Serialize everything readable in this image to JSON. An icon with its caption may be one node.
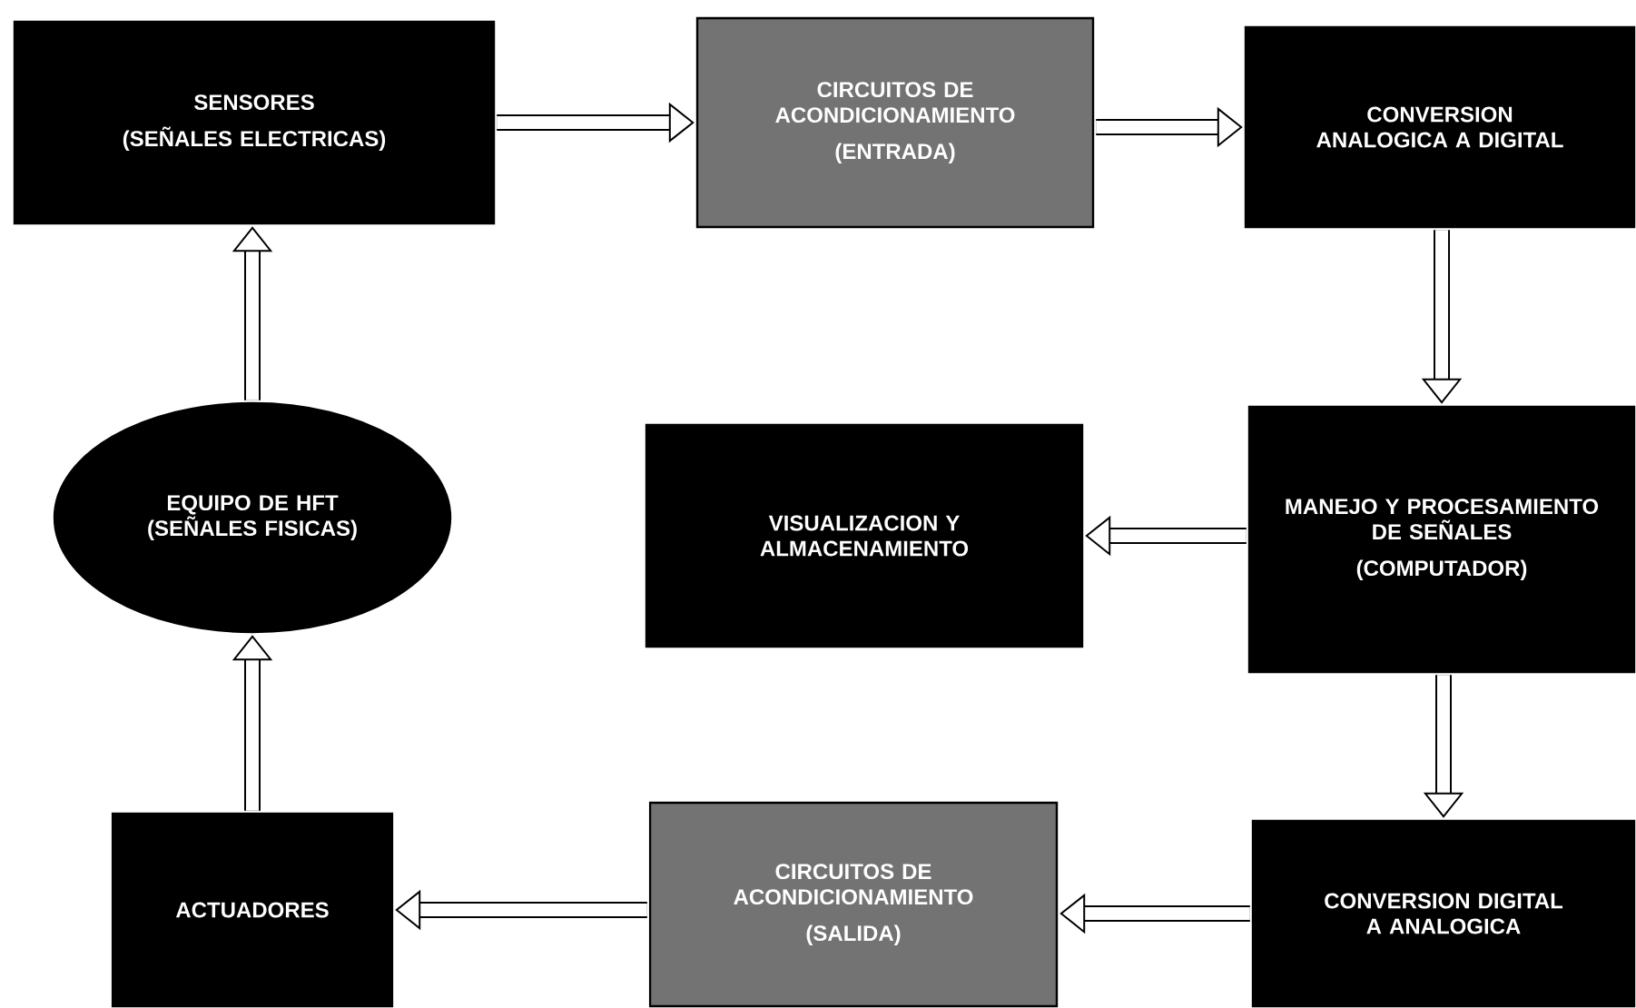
{
  "diagram": {
    "nodes": [
      {
        "text": [
          "SENSORES",
          "(SEÑALES ELECTRICAS)"
        ]
      },
      {
        "text": [
          "CIRCUITOS DE ACONDICIONAMIENTO",
          "(ENTRADA)"
        ]
      },
      {
        "text": [
          "CONVERSION ANALOGICA A DIGITAL"
        ]
      },
      {
        "text": [
          "MANEJO Y PROCESAMIENTO DE SEÑALES",
          "(COMPUTADOR)"
        ]
      },
      {
        "text": [
          "VISUALIZACION Y ALMACENAMIENTO"
        ]
      },
      {
        "text": [
          "CONVERSION DIGITAL A ANALOGICA"
        ]
      },
      {
        "text": [
          "CIRCUITOS DE ACONDICIONAMIENTO",
          "(SALIDA)"
        ]
      },
      {
        "text": [
          "ACTUADORES"
        ]
      },
      {
        "text": [
          "EQUIPO DE HFT (SEÑALES FISICAS)"
        ]
      }
    ],
    "edges": [
      {
        "from": 0,
        "to": 1,
        "arrow": "to"
      },
      {
        "from": 1,
        "to": 2,
        "arrow": "to"
      },
      {
        "from": 2,
        "to": 3,
        "arrow": "to"
      },
      {
        "from": 3,
        "to": 4,
        "arrow": "to"
      },
      {
        "from": 3,
        "to": 5,
        "arrow": "to"
      },
      {
        "from": 5,
        "to": 6,
        "arrow": "to"
      },
      {
        "from": 6,
        "to": 7,
        "arrow": "to"
      },
      {
        "from": 7,
        "to": 8,
        "arrow": "to"
      },
      {
        "from": 8,
        "to": 0,
        "arrow": "to"
      }
    ]
  }
}
